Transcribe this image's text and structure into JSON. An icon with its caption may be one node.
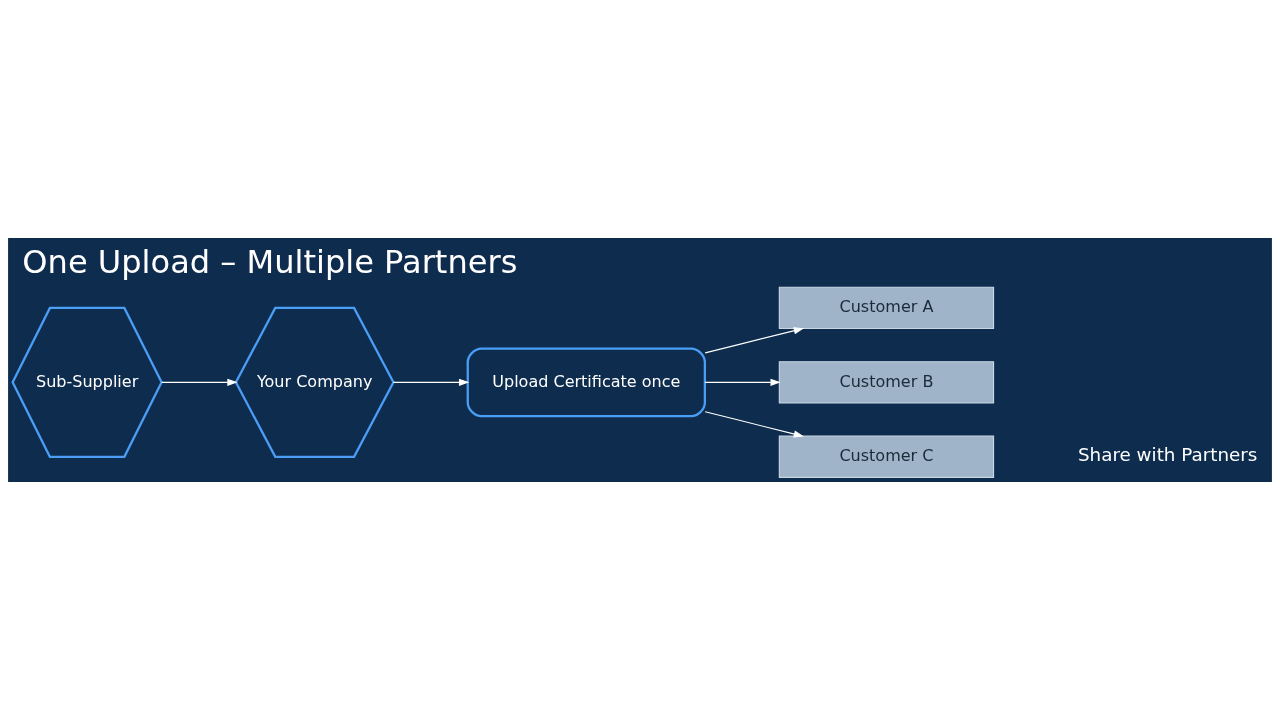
{
  "diagram": {
    "title": "One Upload – Multiple Partners",
    "nodes": [
      {
        "text": [
          "Sub-Supplier"
        ]
      },
      {
        "text": [
          "Your Company"
        ]
      },
      {
        "text": [
          "Upload Certificate once"
        ]
      },
      {
        "text": [
          "Customer A"
        ]
      },
      {
        "text": [
          "Customer B"
        ]
      },
      {
        "text": [
          "Customer C"
        ]
      }
    ],
    "edges": [
      {
        "from": 0,
        "to": 1,
        "arrow": "to"
      },
      {
        "from": 1,
        "to": 2,
        "arrow": "to"
      },
      {
        "from": 2,
        "to": 3,
        "arrow": "to"
      },
      {
        "from": 2,
        "to": 4,
        "arrow": "to"
      },
      {
        "from": 2,
        "to": 5,
        "arrow": "to"
      }
    ],
    "labels": [
      "Share with Partners"
    ]
  }
}
